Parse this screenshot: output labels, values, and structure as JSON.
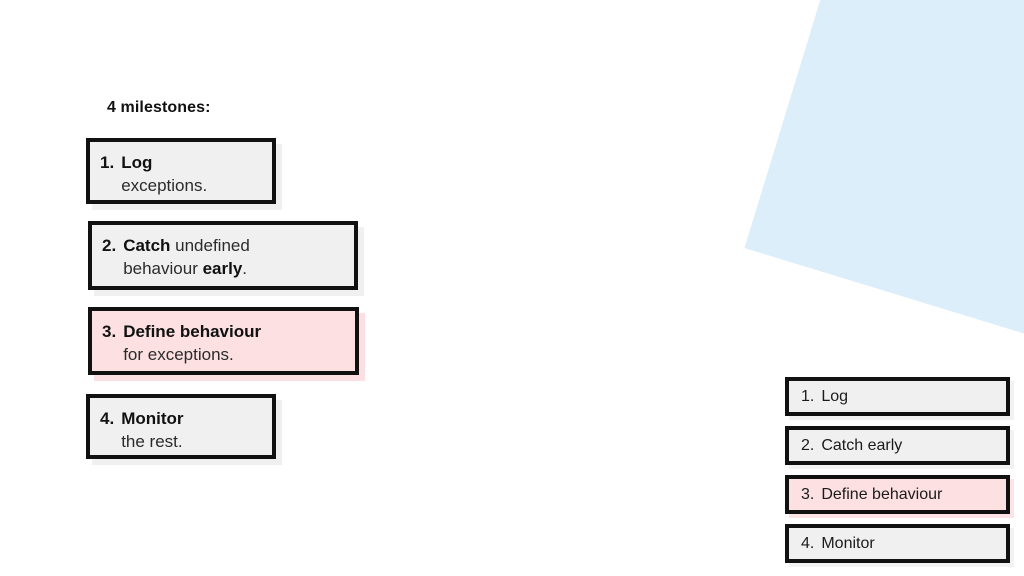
{
  "slide": {
    "heading": "4 milestones:",
    "accent_colors": {
      "panel_blue": "#DCEEF9",
      "card_gray": "#F0F0F0",
      "card_pink": "#FCE0E2",
      "border_black": "#111111"
    }
  },
  "milestones": [
    {
      "number": "1.",
      "title": "Log",
      "detail": "exceptions.",
      "detail_prefix": "",
      "detail_emphasis": "",
      "detail_suffix": "",
      "highlighted": false
    },
    {
      "number": "2.",
      "title": "Catch",
      "detail": "undefined behaviour early.",
      "detail_prefix": " undefined",
      "detail_emphasis": "early",
      "detail_suffix": ".",
      "detail_line2_prefix": "behaviour ",
      "highlighted": false
    },
    {
      "number": "3.",
      "title": "Define behaviour",
      "detail": "for exceptions.",
      "detail_prefix": "",
      "detail_emphasis": "",
      "detail_suffix": "",
      "highlighted": true
    },
    {
      "number": "4.",
      "title": "Monitor",
      "detail": "the rest.",
      "detail_prefix": "",
      "detail_emphasis": "",
      "detail_suffix": "",
      "highlighted": false
    }
  ],
  "summary_list": [
    {
      "number": "1.",
      "label": "Log",
      "highlighted": false
    },
    {
      "number": "2.",
      "label": "Catch early",
      "highlighted": false
    },
    {
      "number": "3.",
      "label": "Define behaviour",
      "highlighted": true
    },
    {
      "number": "4.",
      "label": "Monitor",
      "highlighted": false
    }
  ]
}
